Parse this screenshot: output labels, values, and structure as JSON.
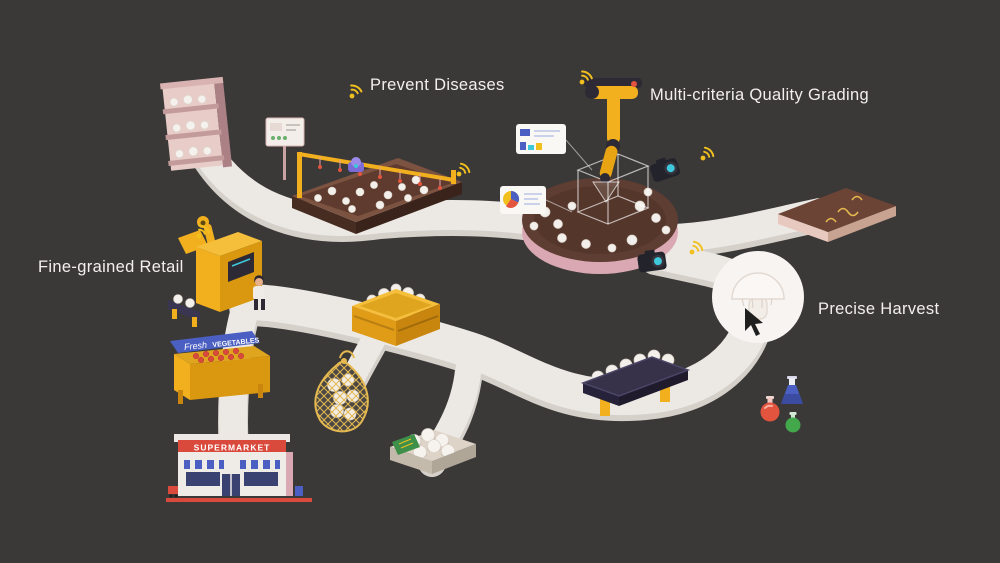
{
  "scene": {
    "labels": {
      "prevent_diseases": "Prevent Diseases",
      "quality_grading": "Multi-criteria Quality Grading",
      "fine_grained_retail": "Fine-grained Retail",
      "precise_harvest": "Precise Harvest"
    },
    "signs": {
      "vegetable_stand_script": "Fresh",
      "vegetable_stand_caps": "VEGETABLES",
      "supermarket": "SUPERMARKET"
    },
    "colors": {
      "background": "#3B3938",
      "path": "#ECE9E5",
      "accent_yellow": "#F2B01E",
      "signal_yellow": "#F2C01E",
      "substrate_brown": "#5E3D32",
      "rim_pink": "#D9A8B3",
      "banner_red": "#D94A3D",
      "sign_blue": "#4A5FC1",
      "label_green": "#3E8F4A",
      "camera_cyan": "#3EC8DC",
      "text": "#F2EFEC"
    },
    "icons": {
      "signal": "wifi-arcs",
      "camera": "dslr-camera",
      "cursor": "mouse-pointer",
      "mushroom": "button-mushroom",
      "flasks": "blue-erlenmeyer, red-round-flask, green-round-flask"
    }
  }
}
